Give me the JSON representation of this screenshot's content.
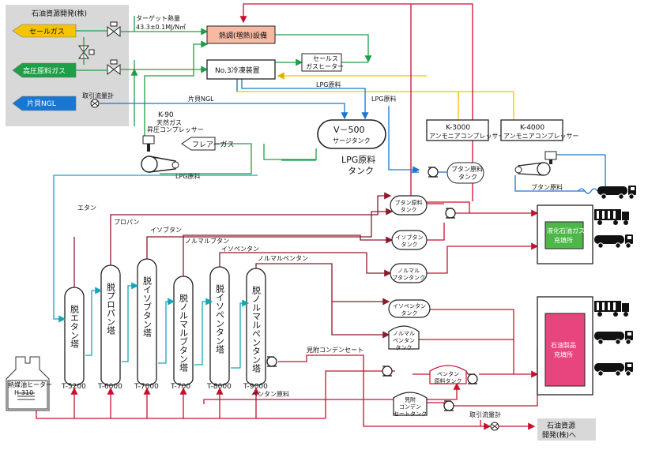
{
  "company": {
    "title": "石油資源開発(株)"
  },
  "inputs": {
    "sale_gas": "セールガス",
    "hp_gas": "高圧原料ガス",
    "ngl": "片貝NGL",
    "flow_meter": "取引流量計"
  },
  "target": {
    "line1": "ターゲット熱量",
    "line2": "43.3±0.1MJ/N㎥"
  },
  "units": {
    "calorific": "熱調(増熱)設備",
    "no3": "No.3冷凍装置",
    "sales_heater_1": "セールス",
    "sales_heater_2": "ガスヒーター",
    "v500_1": "V－500",
    "v500_2": "サージタンク",
    "lpg_tank_1": "LPG原料",
    "lpg_tank_2": "タンク",
    "k90_1": "K-90",
    "k90_2": "天然ガス",
    "k90_3": "昇圧コンプレッサー",
    "flare": "フレアーガス",
    "k3000": "K-3000",
    "k4000": "K-4000",
    "ammonia": "アンモニアコンプレッサー",
    "heater_1": "熱媒油ヒーター",
    "heater_2": "H-310"
  },
  "flows": {
    "lpg1": "LPG原料",
    "lpg2": "LPG原料",
    "lpg3": "LPG原料",
    "ngl": "片貝NGL",
    "ethane": "エタン",
    "propane": "プロパン",
    "isobutane": "イソブタン",
    "nbutane": "ノルマルブタン",
    "isopentane": "イソペンタン",
    "npentane": "ノルマルペンタン",
    "condensate": "見附コンデンセート",
    "pentane_feed": "ペンタン原料",
    "butane_feed": "ブタン原料"
  },
  "towers": [
    {
      "name": "脱エタン塔",
      "id": "T-5200"
    },
    {
      "name": "脱プロパン塔",
      "id": "T-6000"
    },
    {
      "name": "脱イソブタン塔",
      "id": "T-7000"
    },
    {
      "name": "脱ノルマルブタン塔",
      "id": "T-700"
    },
    {
      "name": "脱イソペンタン塔",
      "id": "T-8000"
    },
    {
      "name": "脱ノルマルペンタン塔",
      "id": "T-9000"
    }
  ],
  "tanks": {
    "butane_raw_top": [
      "ブタン原料",
      "タンク"
    ],
    "butane_raw": [
      "ブタン原料",
      "タンク"
    ],
    "isobutane": [
      "イソブタン",
      "タンク"
    ],
    "nbutane": [
      "ノルマル",
      "ブタンタンク"
    ],
    "isopentane": [
      "イソペンタン",
      "タンク"
    ],
    "npentane": [
      "ノルマル",
      "ペンタン",
      "タンク"
    ],
    "pentane_raw": [
      "ペンタン",
      "原料タンク"
    ],
    "mitsuke": [
      "見附",
      "コンデン",
      "セートタンク"
    ]
  },
  "stations": {
    "lpg_1": "液化石油ガス",
    "lpg_2": "充填所",
    "prod_1": "石油製品",
    "prod_2": "充填所",
    "jape_1": "石油資源",
    "jape_2": "開発(株)へ"
  },
  "colors": {
    "yellow": "#f5c400",
    "green": "#1e9e46",
    "blue": "#1976d2",
    "red": "#c8102e",
    "teal": "#12a7b8",
    "salmon": "#f7b9a1",
    "pink": "#e8457f",
    "lime": "#4db848"
  }
}
